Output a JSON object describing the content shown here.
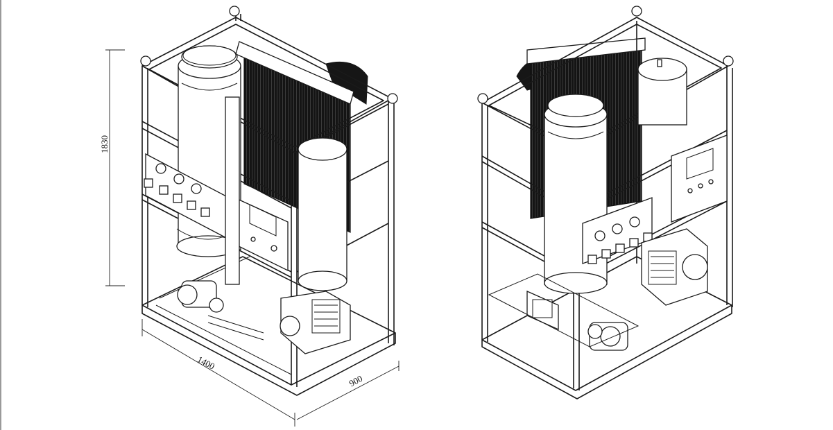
{
  "dimensions": {
    "height_label": "1830",
    "length_label": "1400",
    "width_label": "900"
  },
  "colors": {
    "line": "#1a1a1a",
    "fill_dark": "#161616",
    "background": "#ffffff"
  }
}
